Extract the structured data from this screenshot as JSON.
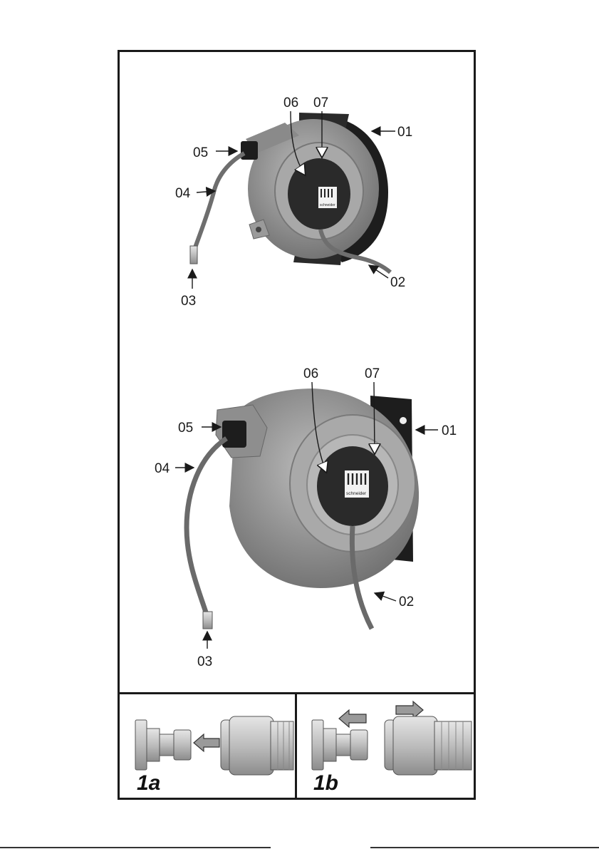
{
  "figure_top": {
    "callouts": [
      "01",
      "02",
      "03",
      "04",
      "05",
      "06",
      "07"
    ]
  },
  "figure_bottom": {
    "callouts": [
      "01",
      "02",
      "03",
      "04",
      "05",
      "06",
      "07"
    ]
  },
  "panels": {
    "left_label": "1a",
    "right_label": "1b"
  },
  "logo_text": "schneider",
  "colors": {
    "reel_body": "#9a9a9a",
    "reel_dark": "#2a2a2a",
    "hose": "#6e6e6e",
    "metal": "#c8c8c8",
    "arrow_fill": "#9a9a9a"
  }
}
